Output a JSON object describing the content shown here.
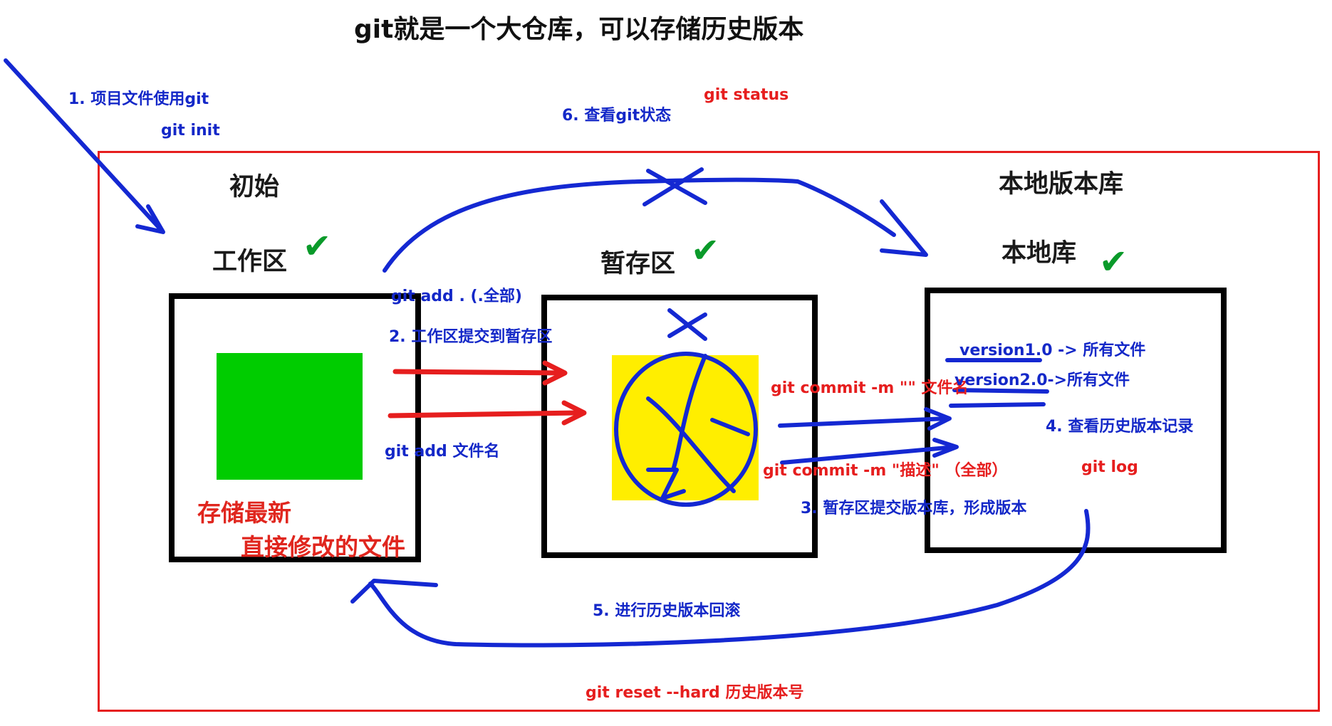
{
  "title": "git就是一个大仓库，可以存储历史版本",
  "steps": {
    "step1": "1. 项目文件使用git",
    "step1_cmd": "git init",
    "step6": "6. 查看git状态",
    "step6_cmd": "git status",
    "step2": "2. 工作区提交到暂存区",
    "add_all": "git add . (.全部)",
    "add_file": "git add 文件名",
    "commit_file": "git commit -m \"\" 文件名",
    "commit_all": "git commit -m \"描述\" （全部）",
    "step3": "3. 暂存区提交版本库，形成版本",
    "step4": "4. 查看历史版本记录",
    "step4_cmd": "git log",
    "step5": "5. 进行历史版本回滚",
    "step5_cmd": "git reset --hard 历史版本号"
  },
  "zones": {
    "initial": "初始",
    "workspace": "工作区",
    "staging": "暂存区",
    "local_repo_title": "本地版本库",
    "local_repo": "本地库"
  },
  "workspace_notes": {
    "line1": "存储最新",
    "line2": "直接修改的文件"
  },
  "versions": {
    "v1": "version1.0 -> 所有文件",
    "v2": "version2.0->所有文件"
  },
  "checkmark": "✔",
  "colors": {
    "pen_blue": "#1428d2",
    "arrow_red": "#e61e1e",
    "workspace_fill": "#00cc00",
    "staging_fill": "#ffee00",
    "check_green": "#0a9a2a"
  }
}
